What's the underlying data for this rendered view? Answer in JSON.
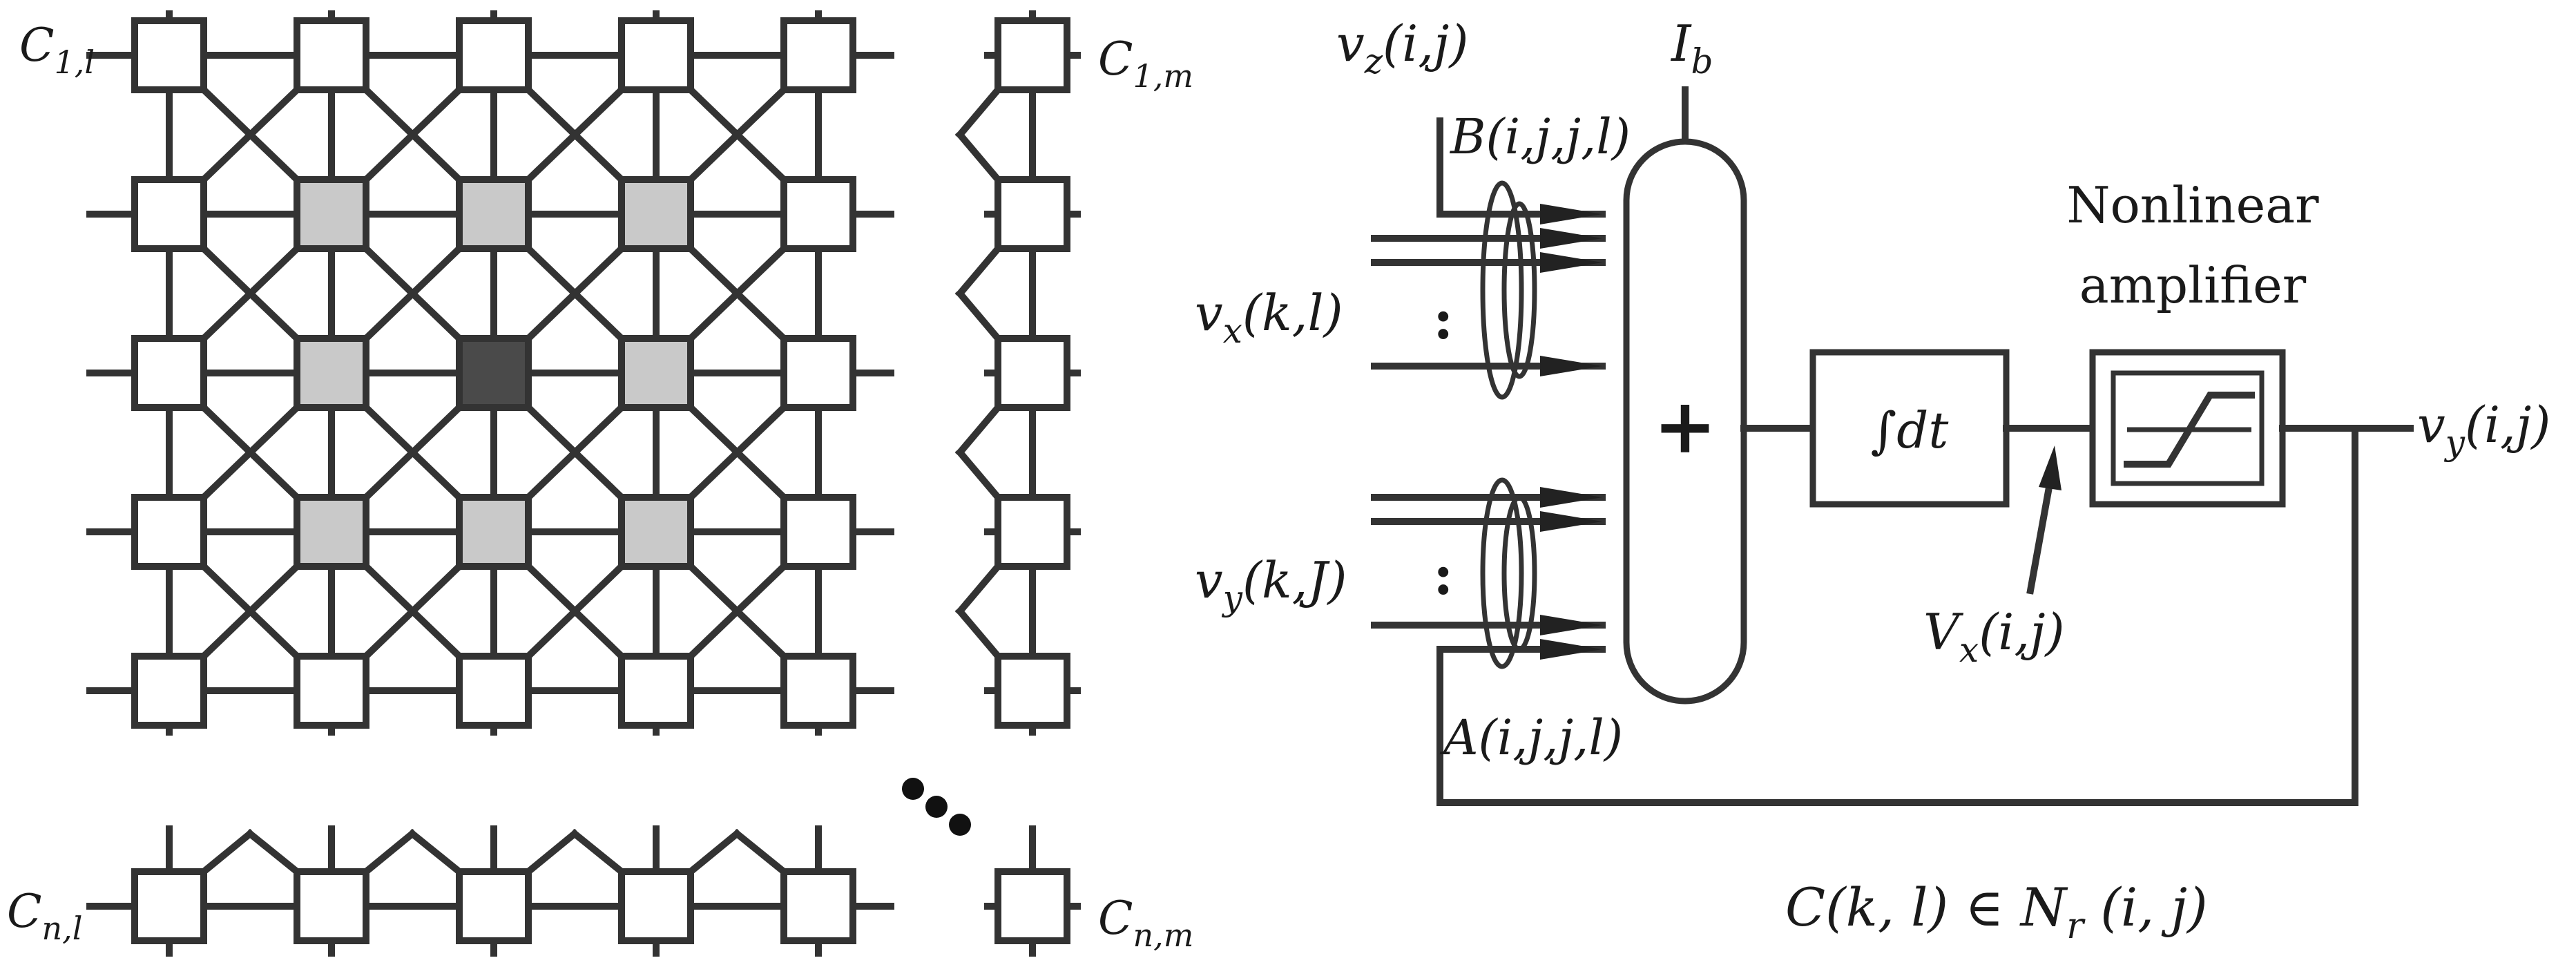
{
  "grid_labels": {
    "top_left": {
      "base": "C",
      "sub": "1,l"
    },
    "top_right": {
      "base": "C",
      "sub": "1,m"
    },
    "bottom_left": {
      "base": "C",
      "sub": "n,l"
    },
    "bottom_right": {
      "base": "C",
      "sub": "n,m"
    }
  },
  "block": {
    "vz_label": {
      "v": "v",
      "vsub": "z",
      "args": "(i,j)"
    },
    "ib_label": {
      "base": "I",
      "sub": "b"
    },
    "b_label": "B(i,j,j,l)",
    "a_label": "A(i,j,j,l)",
    "vx_in": {
      "v": "v",
      "vsub": "x",
      "args": "(k,l)"
    },
    "vy_in": {
      "v": "v",
      "vsub": "y",
      "args": "(k,J)"
    },
    "summer_sign": "+",
    "integrator_label": "∫dt",
    "state_label": {
      "v": "V",
      "vsub": "x",
      "args": "(i,j)"
    },
    "amp_title_line1": "Nonlinear",
    "amp_title_line2": "amplifier",
    "output_label": {
      "v": "v",
      "vsub": "y",
      "args": "(i,j)"
    },
    "ellipsis": ":",
    "grid_ellipsis": "•••"
  },
  "formula": {
    "c": "C(k, l) ∈ N",
    "sub": "r",
    "tail": " (i, j)"
  },
  "colors": {
    "ink": "#333333",
    "shade_light": "#c9c9c9",
    "shade_dark": "#4a4a4a"
  }
}
